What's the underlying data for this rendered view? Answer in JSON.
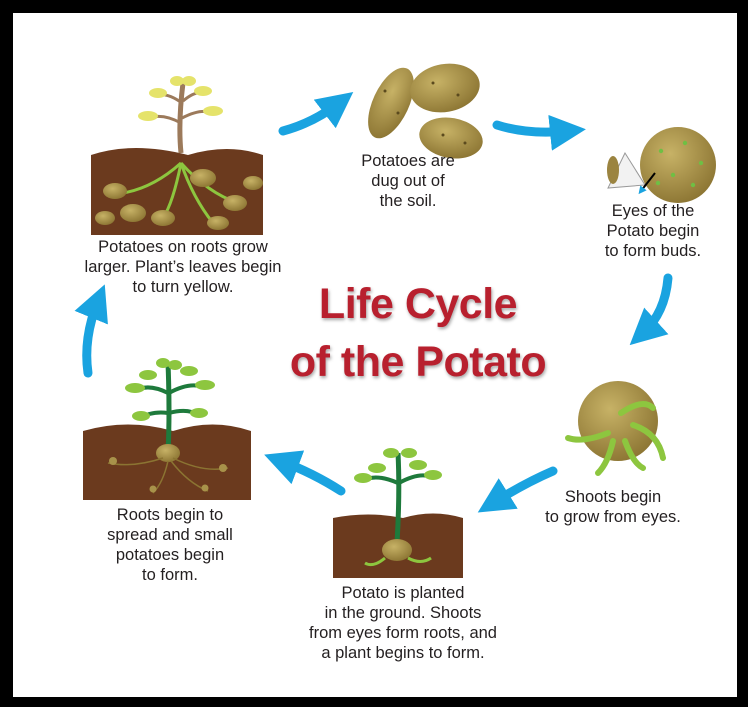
{
  "title": "Life Cycle\nof the Potato",
  "steps": [
    {
      "key": "dug",
      "text": "Potatoes are\ndug out of\nthe soil."
    },
    {
      "key": "eyes",
      "text": "Eyes of the\nPotato begin\nto form buds."
    },
    {
      "key": "shoots",
      "text": "Shoots begin\nto grow from eyes."
    },
    {
      "key": "planted",
      "text": "Potato is planted\nin the ground. Shoots\nfrom eyes form roots, and\na plant begins to form."
    },
    {
      "key": "roots",
      "text": "Roots begin to\nspread and small\npotatoes begin\nto form."
    },
    {
      "key": "grow",
      "text": "Potatoes on roots grow\nlarger. Plant’s leaves begin\nto turn yellow."
    }
  ],
  "colors": {
    "arrow": "#1aa3e0",
    "soil": "#6b3a1e",
    "potato": "#a8924a",
    "leaf": "#8dc63f",
    "stem": "#1e7a3c",
    "title": "#b8202e"
  }
}
